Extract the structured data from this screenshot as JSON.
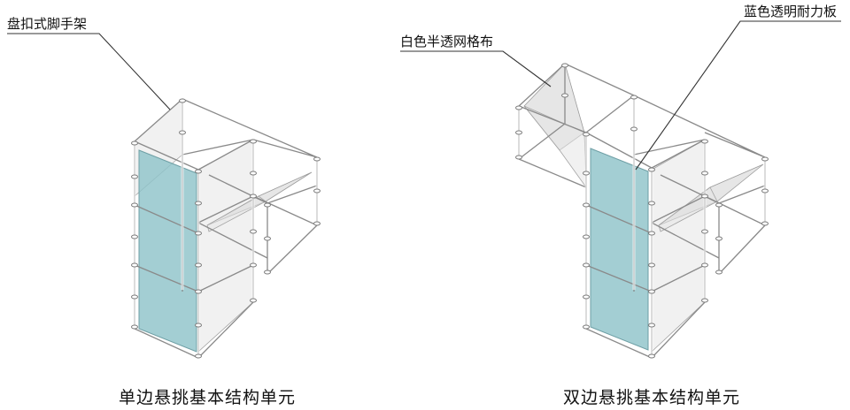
{
  "callouts": {
    "scaffold": "盘扣式脚手架",
    "mesh": "白色半透网格布",
    "panel": "蓝色透明耐力板"
  },
  "captions": {
    "single": "单边悬挑基本结构单元",
    "double": "双边悬挑基本结构单元"
  },
  "colors": {
    "panel_fill": "#8fc3c9",
    "mesh_fill": "#d9d9d9",
    "scaffold_tube": "#8a8a8a"
  }
}
